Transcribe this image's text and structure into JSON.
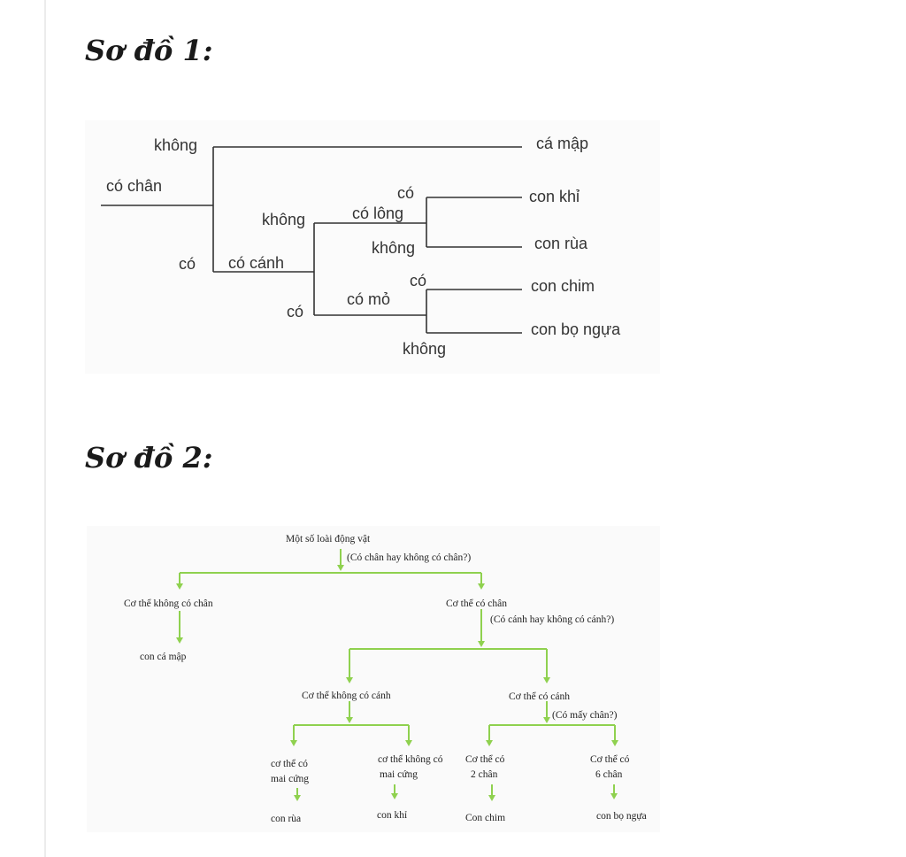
{
  "headings": {
    "diagram1": "Sơ đồ 1:",
    "diagram2": "Sơ đồ 2:"
  },
  "diagram1": {
    "root": "có chân",
    "no_legs": "không",
    "has_legs": "có",
    "wings": "có cánh",
    "no_wings": "không",
    "has_wings": "có",
    "fur": "có lông",
    "fur_yes": "có",
    "fur_no": "không",
    "beak": "có mỏ",
    "beak_yes": "có",
    "beak_no": "không",
    "leaf_shark": "cá mập",
    "leaf_monkey": "con khỉ",
    "leaf_turtle": "con rùa",
    "leaf_bird": "con chim",
    "leaf_mantis": "con bọ ngựa"
  },
  "diagram2": {
    "root": "Một số loài động vật",
    "q_legs": "(Có chân hay không có chân?)",
    "no_legs": "Cơ thể không có chân",
    "has_legs": "Cơ thể có chân",
    "shark": "con cá mập",
    "q_wings": "(Có cánh hay không có cánh?)",
    "no_wings": "Cơ thể không có cánh",
    "has_wings": "Cơ thể có cánh",
    "q_legs_count": "(Có mấy chân?)",
    "shell_1": "cơ thể có",
    "shell_2": "mai cứng",
    "noshell_1": "cơ thể không có",
    "noshell_2": "mai cứng",
    "two_1": "Cơ thể có",
    "two_2": "2  chân",
    "six_1": "Cơ thể có",
    "six_2": "6  chân",
    "turtle": "con rùa",
    "monkey": "con khỉ",
    "bird": "Con chim",
    "mantis": "con bọ ngựa"
  }
}
